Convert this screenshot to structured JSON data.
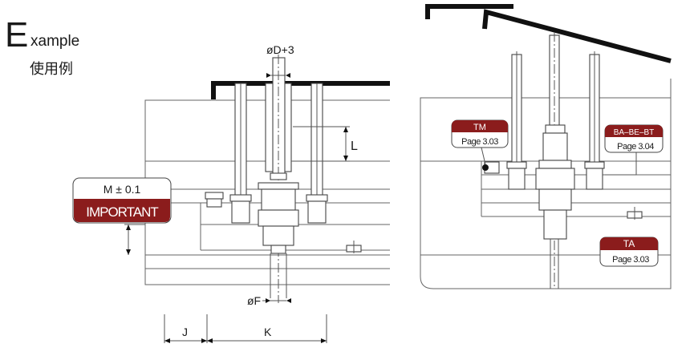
{
  "heading": {
    "initial": "E",
    "rest": "xample",
    "subtitle_cn": "使用例"
  },
  "left": {
    "dim_d": "øD+3",
    "dim_l": "L",
    "dim_f": "øF",
    "dim_j": "J",
    "dim_k": "K",
    "tolerance": "M ± 0.1",
    "important": "IMPORTANT"
  },
  "right": {
    "tm": {
      "code": "TM",
      "page": "Page 3.03"
    },
    "ba": {
      "code": "BA–BE–BT",
      "page": "Page 3.04"
    },
    "ta": {
      "code": "TA",
      "page": "Page 3.03"
    }
  },
  "colors": {
    "label_red": "#8b1c1c",
    "line": "#111111",
    "plate": "#666666"
  }
}
